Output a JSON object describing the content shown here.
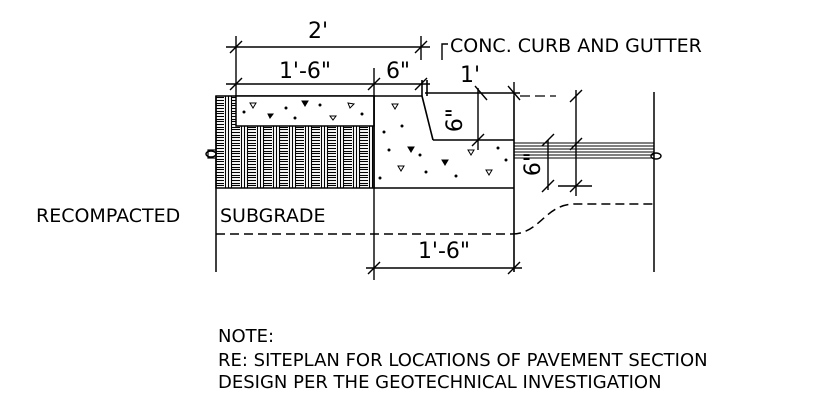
{
  "callout": {
    "label": "CONC. CURB AND GUTTER"
  },
  "subgrade": {
    "label_left": "RECOMPACTED",
    "label_right": "SUBGRADE"
  },
  "dimensions": {
    "top_overall": "2'",
    "top_left": "1'-6\"",
    "top_right": "6\"",
    "gutter_width": "1'",
    "curb_height": "6\"",
    "gutter_depth": "6\"",
    "bottom": "1'-6\""
  },
  "note": {
    "heading": "NOTE:",
    "line1": "RE: SITEPLAN FOR LOCATIONS OF PAVEMENT SECTION",
    "line2": "DESIGN PER THE GEOTECHNICAL INVESTIGATION"
  }
}
